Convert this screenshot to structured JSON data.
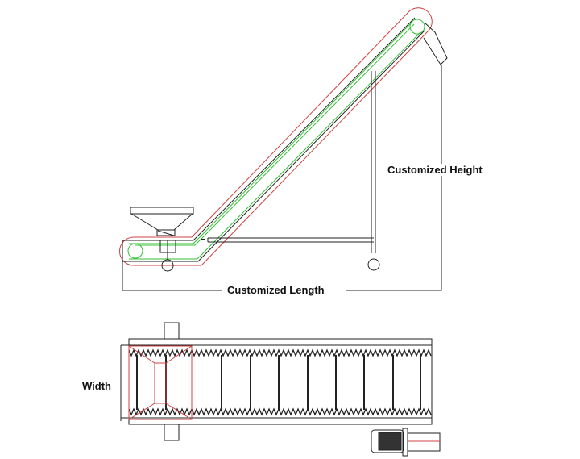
{
  "labels": {
    "height": "Customized Height",
    "length": "Customized Length",
    "width": "Width"
  },
  "colors": {
    "outline": "#d04040",
    "belt": "#30c030",
    "frame": "#222222"
  }
}
